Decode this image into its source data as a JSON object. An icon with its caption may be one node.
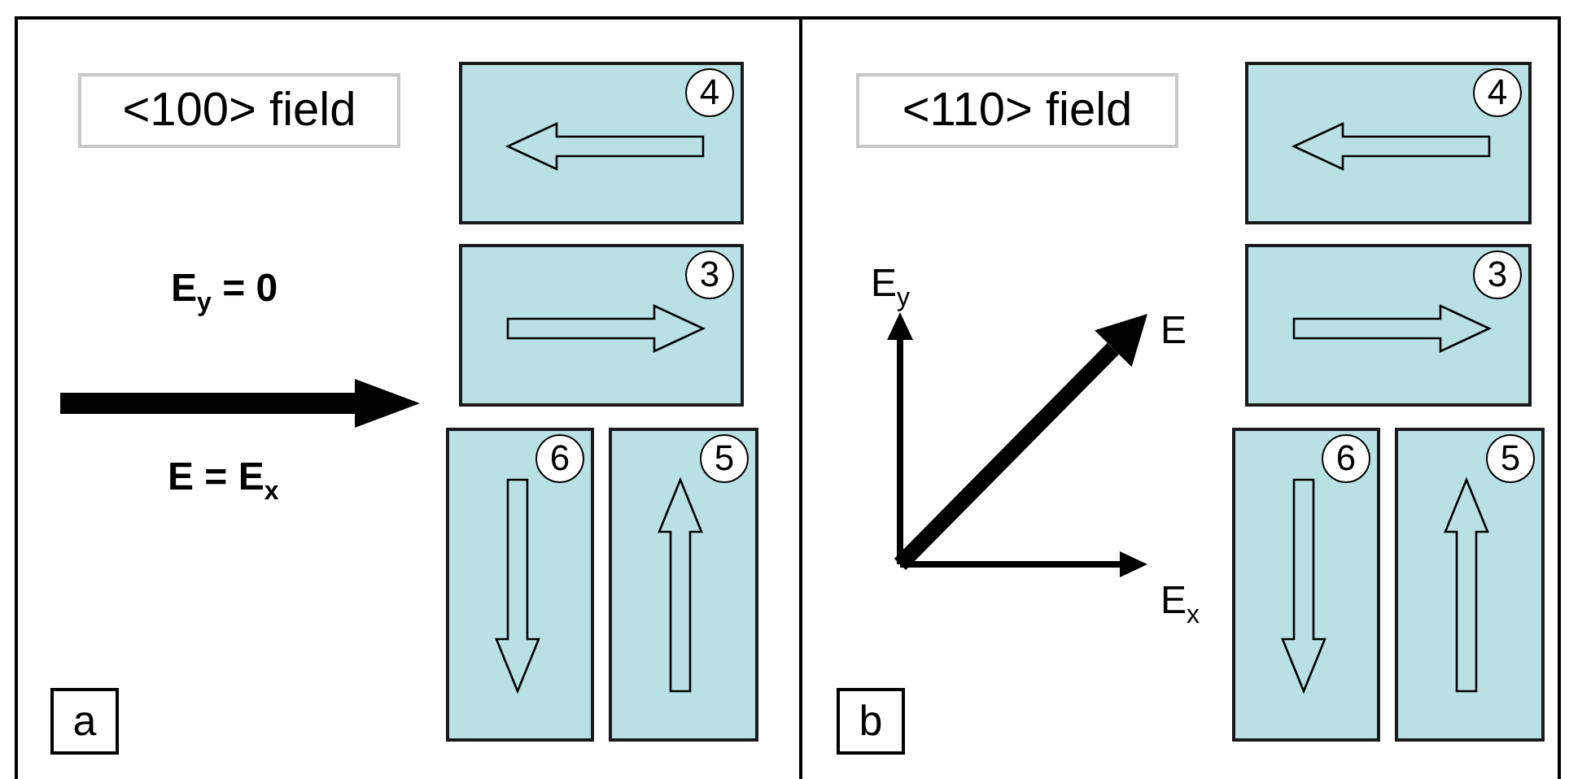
{
  "diagram": {
    "nodes": [
      {
        "text": [
          "<100> field"
        ]
      },
      {
        "text": [
          "4"
        ]
      },
      {
        "text": [
          "3"
        ]
      },
      {
        "text": [
          "6"
        ]
      },
      {
        "text": [
          "5"
        ]
      },
      {
        "text": [
          "a"
        ]
      },
      {
        "text": [
          "<110> field"
        ]
      },
      {
        "text": [
          "4"
        ]
      },
      {
        "text": [
          "3"
        ]
      },
      {
        "text": [
          "6"
        ]
      },
      {
        "text": [
          "5"
        ]
      },
      {
        "text": [
          "b"
        ]
      }
    ],
    "edges": [],
    "labels": [
      "E$_{y}$ = 0",
      "E = E$_{x}$",
      "E$_{y}$",
      "E",
      "E$_{x}$"
    ]
  }
}
